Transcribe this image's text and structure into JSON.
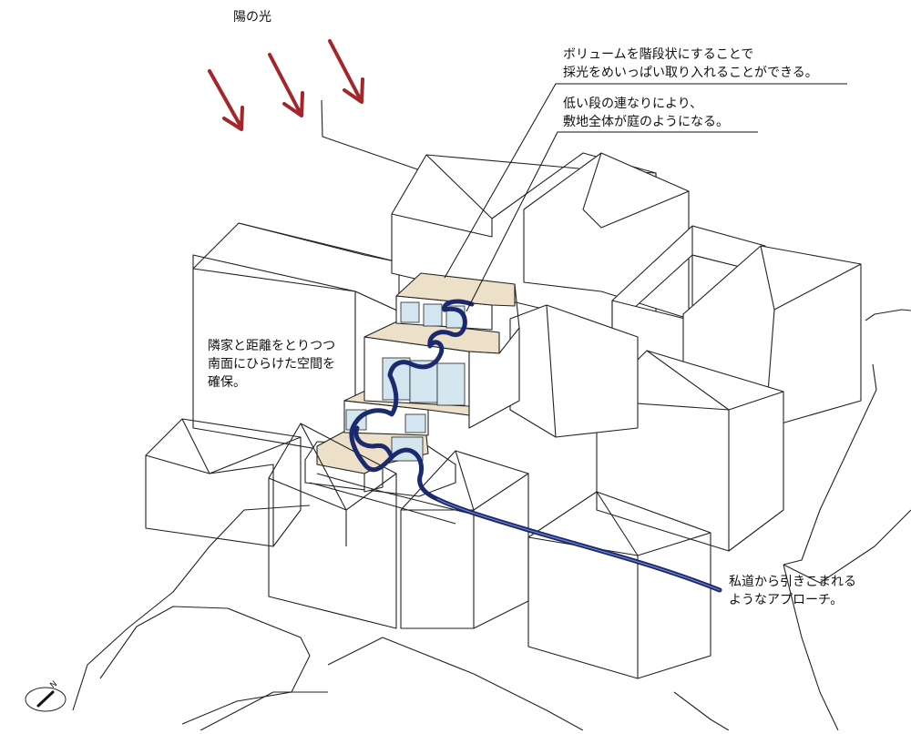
{
  "sunlight_label": "陽の光",
  "callout_volume": {
    "line1": "ボリュームを階段状にすることで",
    "line2": "採光をめいっぱい取り入れることができる。"
  },
  "callout_garden": {
    "line1": "低い段の連なりにより、",
    "line2": "敷地全体が庭のようになる。"
  },
  "callout_neighbor": {
    "line1": "隣家と距離をとりつつ",
    "line2": "南面にひらけた空間を",
    "line3": "確保。"
  },
  "callout_approach": {
    "line1": "私道から引きこまれる",
    "line2": "ようなアプローチ。"
  },
  "north_label": "N",
  "colors": {
    "sun_arrow": "#a3262a",
    "route": "#1b2a6e",
    "roof": "#ede0c8",
    "glass": "#d3e6f0"
  }
}
